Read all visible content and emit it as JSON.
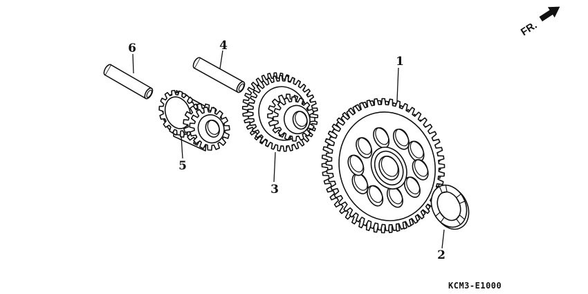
{
  "diagram": {
    "fr_label": "FR.",
    "code": "KCM3-E1000",
    "callouts": {
      "c1": "1",
      "c2": "2",
      "c3": "3",
      "c4": "4",
      "c5": "5",
      "c6": "6"
    }
  },
  "colors": {
    "line": "#111111",
    "background": "#ffffff"
  }
}
